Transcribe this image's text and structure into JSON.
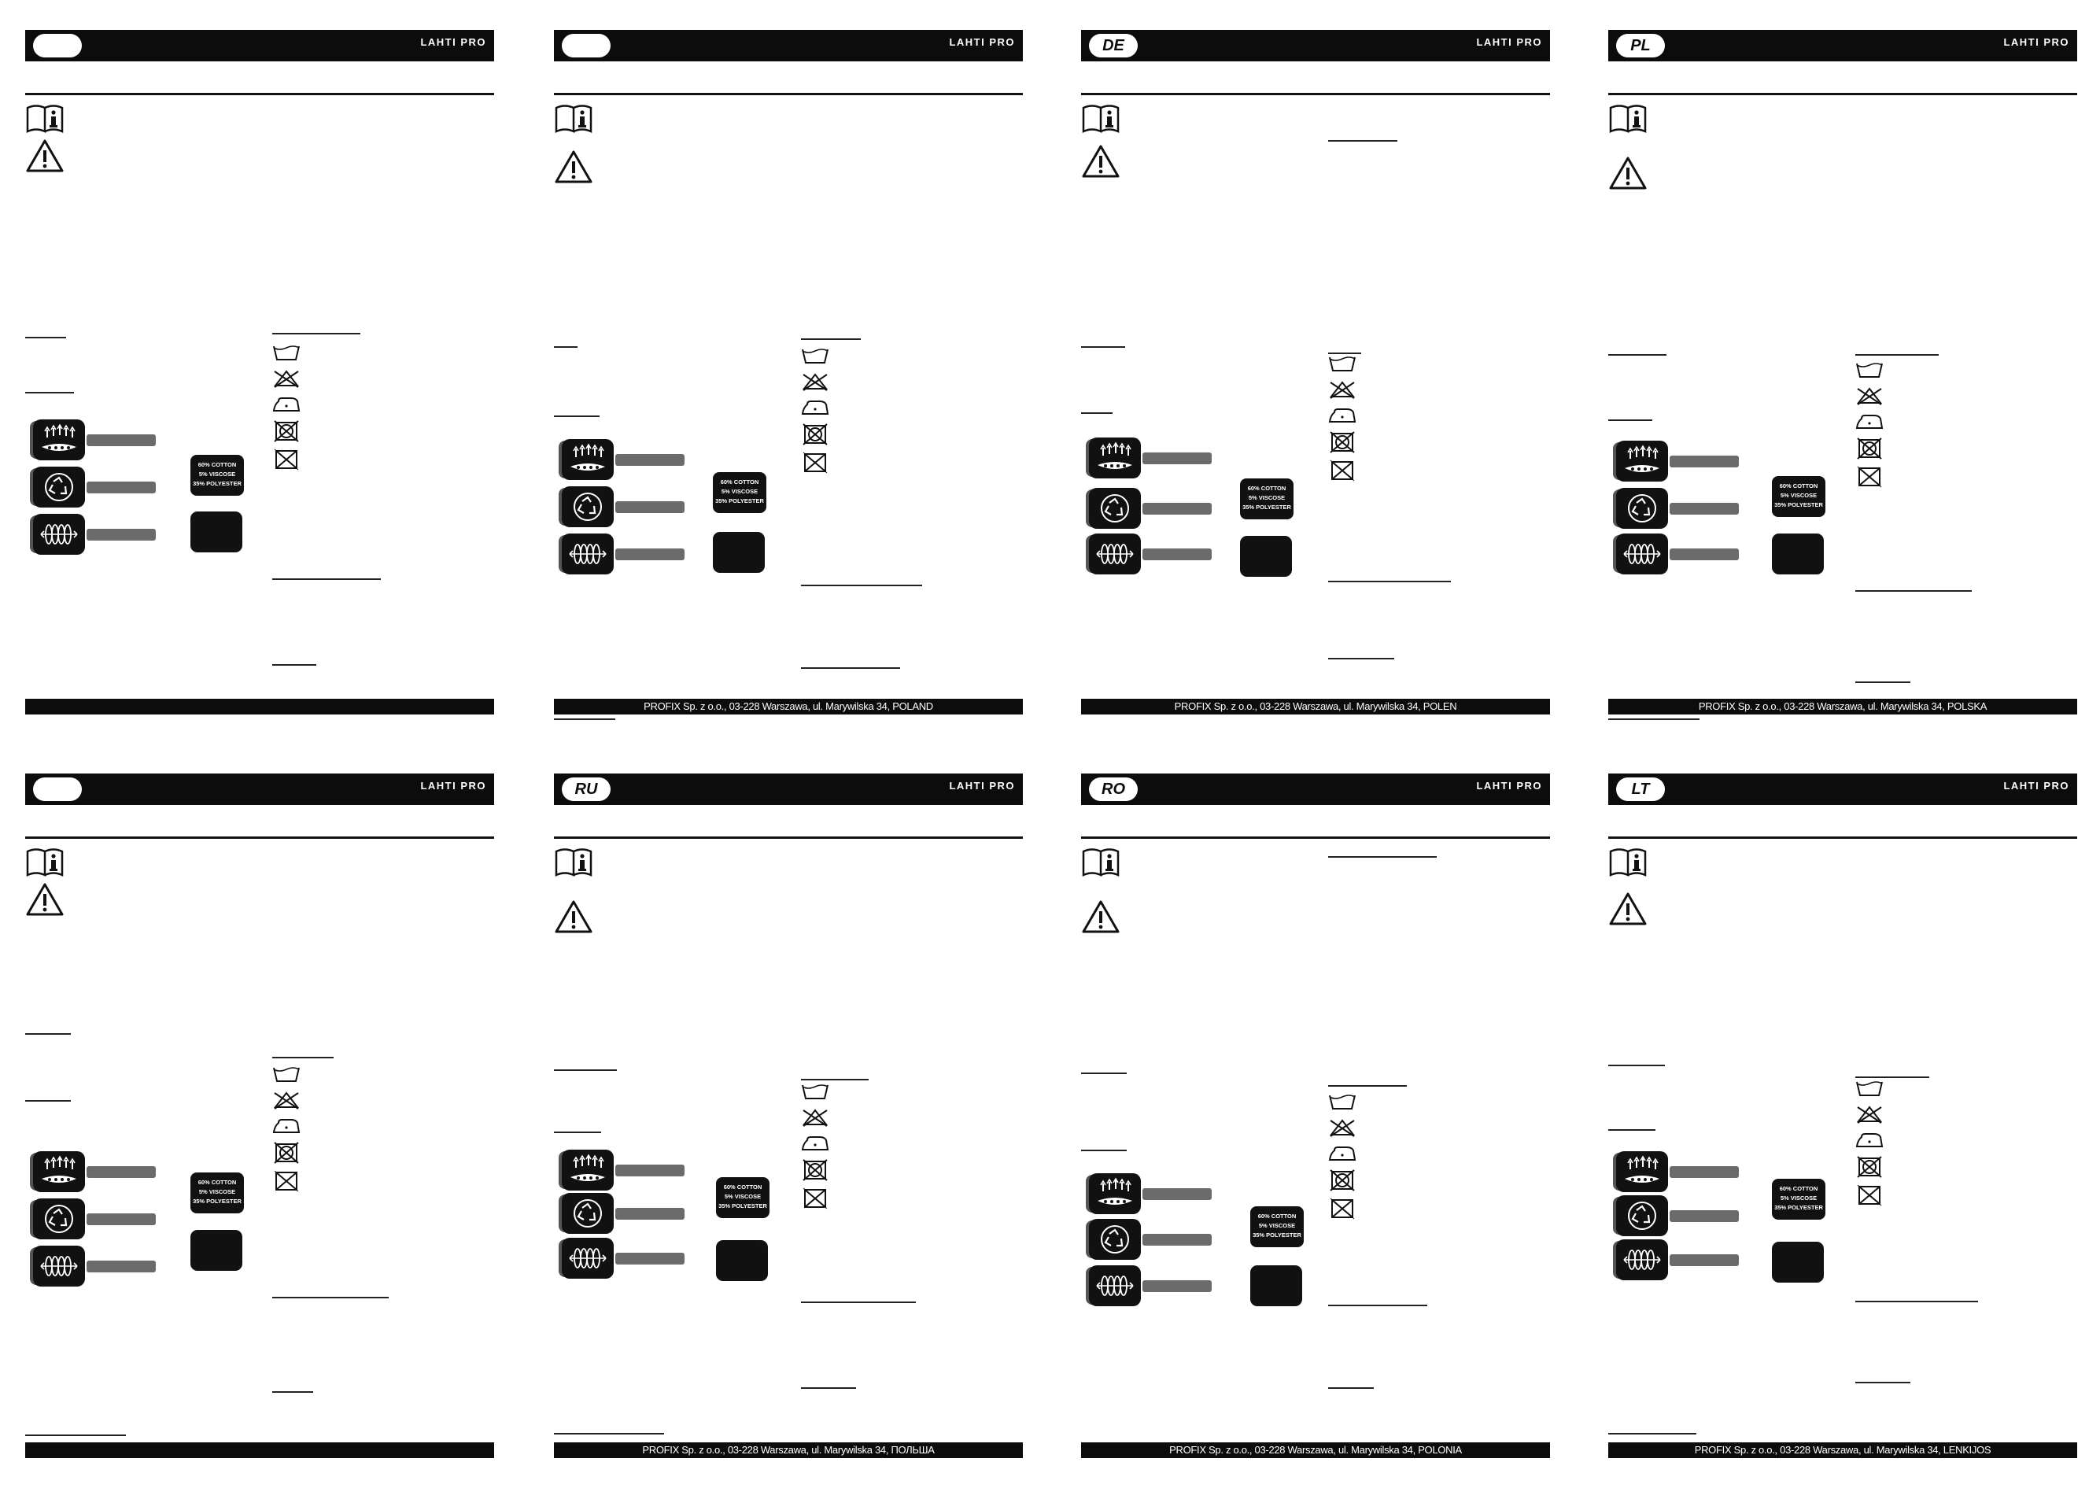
{
  "brand": "LAHTI PRO",
  "fabric_label": [
    "60% COTTON",
    "5% VISCOSE",
    "35% POLYESTER"
  ],
  "panels": [
    {
      "lang": "",
      "footer": ""
    },
    {
      "lang": "",
      "footer": "PROFIX Sp. z o.o., 03-228 Warszawa, ul. Marywilska 34, POLAND"
    },
    {
      "lang": "DE",
      "footer": "PROFIX Sp. z o.o., 03-228 Warszawa, ul. Marywilska 34, POLEN"
    },
    {
      "lang": "PL",
      "footer": "PROFIX Sp. z o.o., 03-228 Warszawa, ul. Marywilska 34,  POLSKA"
    },
    {
      "lang": "",
      "footer": ""
    },
    {
      "lang": "RU",
      "footer": "PROFIX Sp. z o.o., 03-228 Warszawa, ul. Marywilska 34, ПОЛЬША"
    },
    {
      "lang": "RO",
      "footer": "PROFIX Sp. z o.o., 03-228 Warszawa, ul. Marywilska 34, POLONIA"
    },
    {
      "lang": "LT",
      "footer": "PROFIX Sp. z o.o., 03-228 Warszawa, ul. Marywilska 34, LENKIJOS"
    }
  ],
  "icons": {
    "manual": "manual-info-icon",
    "warning": "warning-icon",
    "features": [
      "breathable-icon",
      "recycle-icon",
      "stretch-icon"
    ],
    "care": [
      "wash-icon",
      "no-bleach-icon",
      "iron-low-icon",
      "no-tumble-dry-icon",
      "no-dry-clean-icon"
    ]
  }
}
